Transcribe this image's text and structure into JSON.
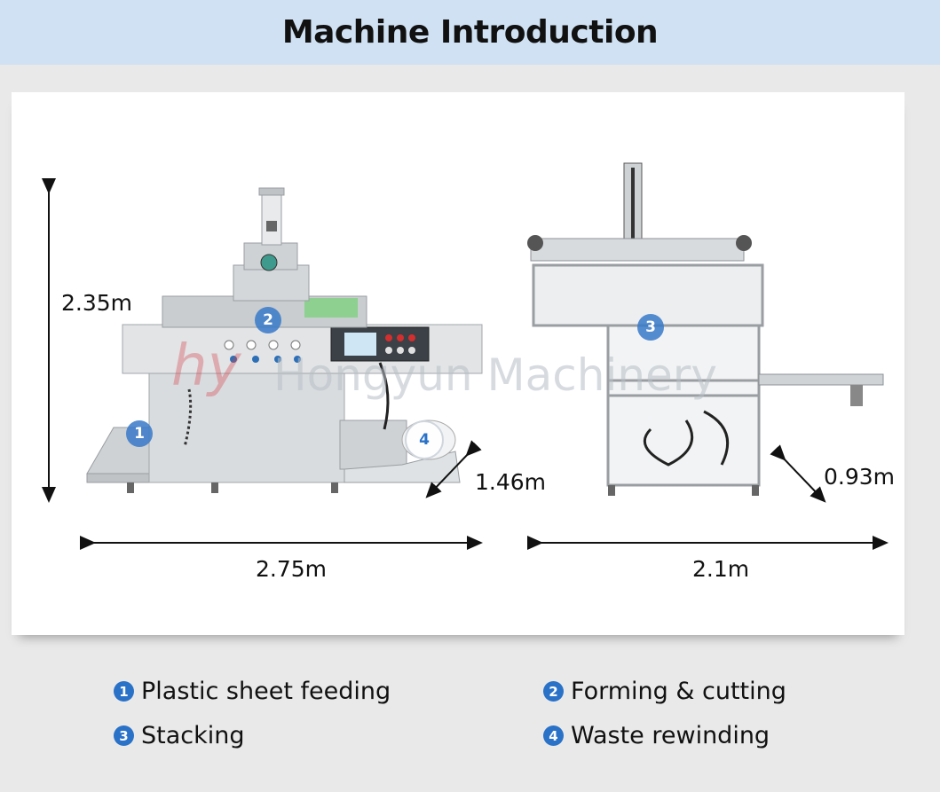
{
  "header": {
    "title": "Machine Introduction"
  },
  "dimensions": {
    "left_height": "2.35m",
    "left_depth": "1.46m",
    "left_width": "2.75m",
    "right_depth": "0.93m",
    "right_width": "2.1m"
  },
  "markers": [
    "1",
    "2",
    "3",
    "4"
  ],
  "watermark": "Hongyun Machinery",
  "legend": [
    {
      "num": "1",
      "label": "Plastic sheet feeding"
    },
    {
      "num": "2",
      "label": "Forming & cutting"
    },
    {
      "num": "3",
      "label": "Stacking"
    },
    {
      "num": "4",
      "label": "Waste rewinding"
    }
  ],
  "colors": {
    "header_bg": "#cfe1f3",
    "accent": "#2a72c8",
    "page_bg": "#e9e9e9"
  }
}
